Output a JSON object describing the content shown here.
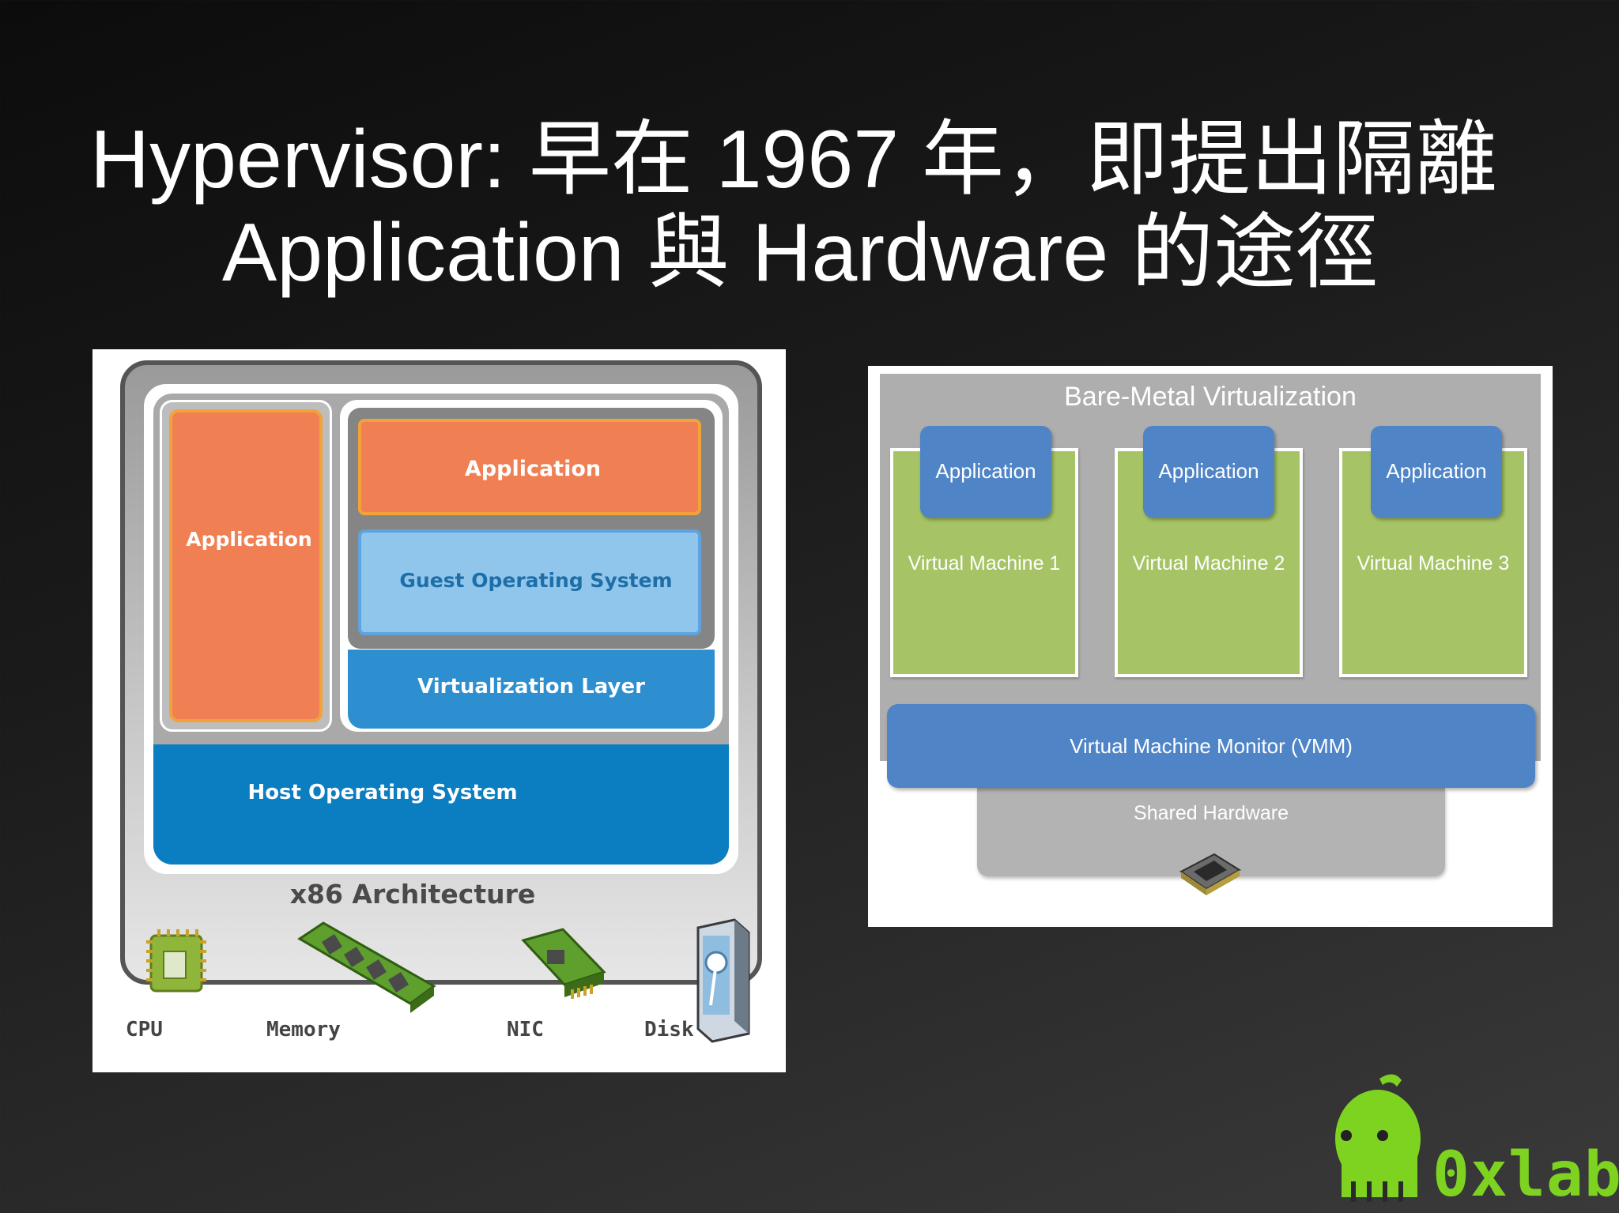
{
  "slide": {
    "title_line1": "Hypervisor: 早在 1967 年，即提出隔離",
    "title_line2": "Application 與 Hardware 的途徑"
  },
  "hosted_diagram": {
    "app_left": "Application",
    "app_top": "Application",
    "guest_os": "Guest Operating System",
    "virtualization_layer": "Virtualization Layer",
    "host_os": "Host Operating System",
    "architecture": "x86 Architecture",
    "hardware": [
      "CPU",
      "Memory",
      "NIC",
      "Disk"
    ]
  },
  "bare_metal_diagram": {
    "title": "Bare-Metal Virtualization",
    "vms": [
      {
        "app": "Application",
        "label": "Virtual Machine 1"
      },
      {
        "app": "Application",
        "label": "Virtual Machine 2"
      },
      {
        "app": "Application",
        "label": "Virtual Machine 3"
      }
    ],
    "vmm": "Virtual Machine Monitor (VMM)",
    "shared_hardware": "Shared Hardware"
  },
  "logo": {
    "text": "0xlab",
    "color": "#7ed321"
  },
  "colors": {
    "orange": "#f07f54",
    "light_blue": "#91c6ec",
    "blue": "#0b7ec1",
    "vm_green": "#a6c465",
    "vm_blue": "#4f84c6"
  }
}
